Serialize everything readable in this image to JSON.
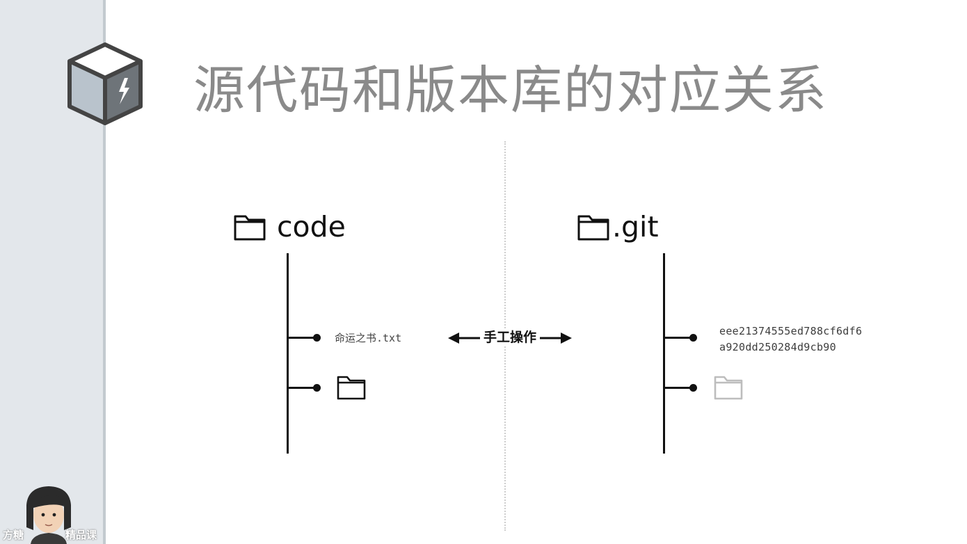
{
  "title": "源代码和版本库的对应关系",
  "left": {
    "folder_name": "code",
    "file_label": "命运之书.txt"
  },
  "right": {
    "folder_name": ".git",
    "hash_line1": "eee21374555ed788cf6df6",
    "hash_line2": "a920dd250284d9cb90"
  },
  "connector": {
    "label": "手工操作"
  },
  "watermark": {
    "left": "方糖",
    "right": "精品课"
  },
  "icons": {
    "logo": "lightning-cube-icon",
    "folder": "folder-icon",
    "arrow": "double-arrow-icon"
  },
  "colors": {
    "sidebar": "#e3e7eb",
    "title": "#8a8a8a",
    "faded_folder": "#bdbdbd"
  }
}
